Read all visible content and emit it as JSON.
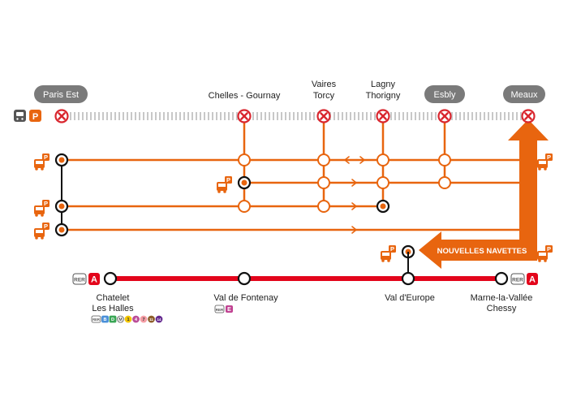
{
  "colors": {
    "orange": "#e8650f",
    "rer_red": "#e3051b",
    "pill_grey": "#7a7a7a",
    "rail_grey": "#c8c8c8",
    "closed_red": "#d9262e"
  },
  "transilien_stations": {
    "paris_est": "Paris Est",
    "chelles": "Chelles - Gournay",
    "vaires_line1": "Vaires",
    "vaires_line2": "Torcy",
    "lagny_line1": "Lagny",
    "lagny_line2": "Thorigny",
    "esbly": "Esbly",
    "meaux": "Meaux"
  },
  "badges": {
    "train_icon": "train-icon",
    "parking_letter": "P",
    "rer_small": "RER",
    "line_a": "A",
    "line_e": "E"
  },
  "rer_stations": {
    "chatelet_line1": "Chatelet",
    "chatelet_line2": "Les Halles",
    "val_de_fontenay": "Val de Fontenay",
    "val_d_europe": "Val d'Europe",
    "marne_line1": "Marne-la-Vallée",
    "marne_line2": "Chessy"
  },
  "chatelet_connections": [
    "RER",
    "B",
    "D",
    "M",
    "1",
    "4",
    "7",
    "11",
    "14"
  ],
  "new_shuttles_label": "NOUVELLES NAVETTES",
  "icons": {
    "bus": "bus-icon",
    "closed": "closed-station-icon"
  }
}
